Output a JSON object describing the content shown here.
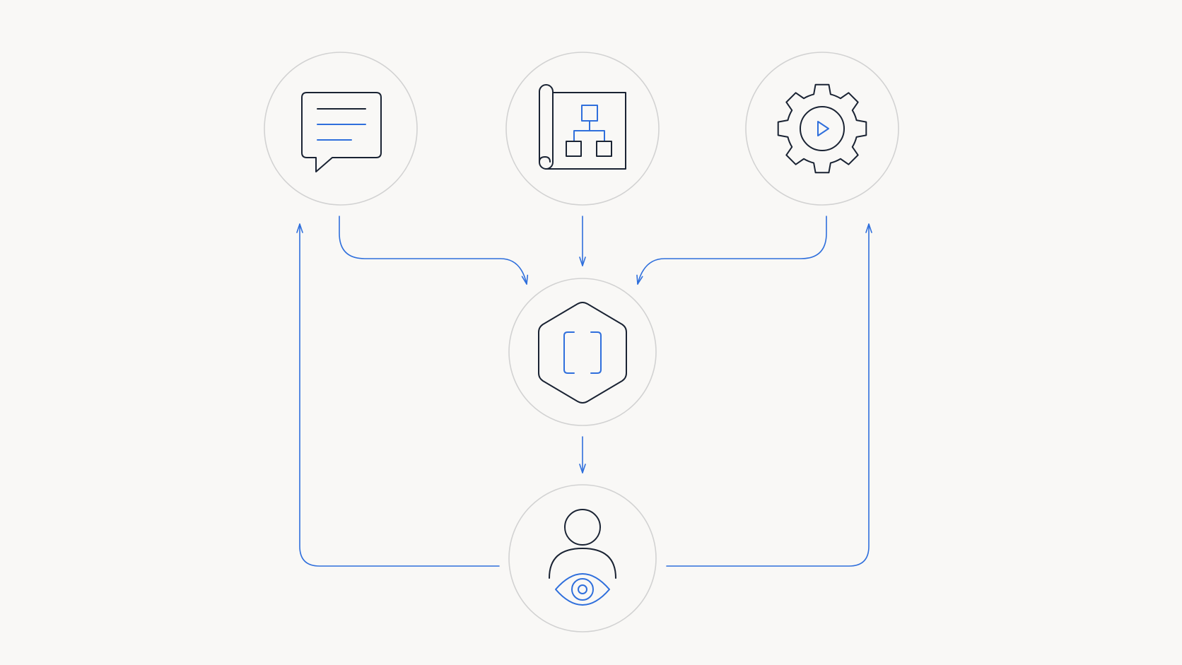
{
  "diagram": {
    "nodes": [
      {
        "id": "chat",
        "icon": "chat-bubble-icon"
      },
      {
        "id": "blueprint",
        "icon": "blueprint-hierarchy-icon"
      },
      {
        "id": "process",
        "icon": "gear-play-icon"
      },
      {
        "id": "core",
        "icon": "hexagon-brackets-icon"
      },
      {
        "id": "reviewer",
        "icon": "person-eye-icon"
      }
    ],
    "edges": [
      {
        "from": "chat",
        "to": "core"
      },
      {
        "from": "blueprint",
        "to": "core"
      },
      {
        "from": "process",
        "to": "core"
      },
      {
        "from": "core",
        "to": "reviewer"
      },
      {
        "from": "reviewer",
        "to": "chat"
      },
      {
        "from": "reviewer",
        "to": "process"
      }
    ]
  },
  "colors": {
    "background": "#f9f8f6",
    "node_ring": "#d2d2d2",
    "icon_dark": "#1a2333",
    "accent_blue": "#2f6fdc"
  }
}
